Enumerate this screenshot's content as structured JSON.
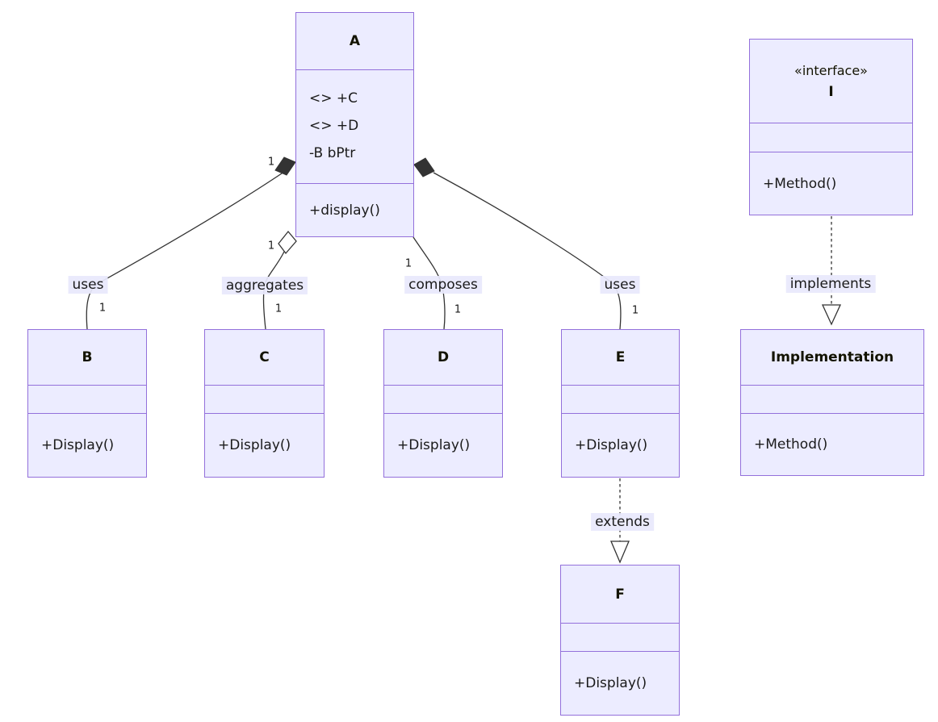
{
  "diagram": {
    "type": "uml-class-diagram",
    "classes": {
      "a": {
        "name": "A",
        "attributes": [
          "<> +C",
          "<> +D",
          "-B bPtr"
        ],
        "methods": [
          "+display()"
        ]
      },
      "b": {
        "name": "B",
        "attributes": [],
        "methods": [
          "+Display()"
        ]
      },
      "c": {
        "name": "C",
        "attributes": [],
        "methods": [
          "+Display()"
        ]
      },
      "d": {
        "name": "D",
        "attributes": [],
        "methods": [
          "+Display()"
        ]
      },
      "e": {
        "name": "E",
        "attributes": [],
        "methods": [
          "+Display()"
        ]
      },
      "f": {
        "name": "F",
        "attributes": [],
        "methods": [
          "+Display()"
        ]
      },
      "i": {
        "stereotype": "«interface»",
        "name": "I",
        "attributes": [],
        "methods": [
          "+Method()"
        ]
      },
      "impl": {
        "name": "Implementation",
        "attributes": [],
        "methods": [
          "+Method()"
        ]
      }
    },
    "relationships": {
      "a_b": {
        "label": "uses",
        "type": "composition-diamond-at-A",
        "source_mult": "1",
        "target_mult": "1"
      },
      "a_c": {
        "label": "aggregates",
        "type": "aggregation-diamond-at-A",
        "source_mult": "1",
        "target_mult": "1"
      },
      "a_d": {
        "label": "composes",
        "type": "association",
        "source_mult": "1",
        "target_mult": "1"
      },
      "a_e": {
        "label": "uses",
        "type": "composition-diamond-at-A",
        "target_mult": "1"
      },
      "i_impl": {
        "label": "implements",
        "type": "realization-dashed-hollow-triangle"
      },
      "e_f": {
        "label": "extends",
        "type": "realization-dashed-hollow-triangle"
      }
    }
  },
  "colors": {
    "node_fill": "#ECECFF",
    "node_border": "#9370DB",
    "edge_line": "#333333",
    "edge_label_bg": "#E8E8FC",
    "text": "#131300"
  }
}
